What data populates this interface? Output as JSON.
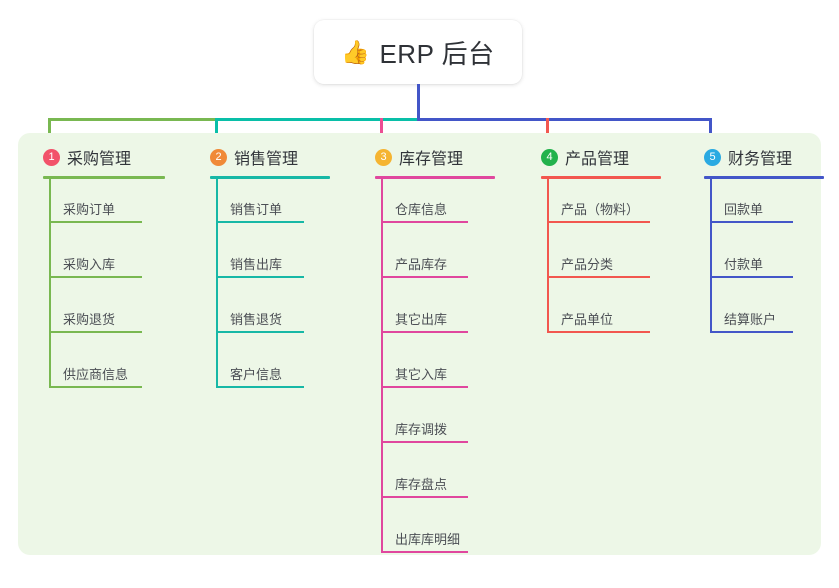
{
  "root": {
    "icon": "thumbs-up-icon",
    "icon_glyph": "👍",
    "title": "ERP 后台"
  },
  "palette": {
    "panel_bg": "#edf7e7",
    "card_bg": "#ffffff",
    "text": "#31343a",
    "item_text": "#4c4f55",
    "trunk": "#4356c8"
  },
  "columns": [
    {
      "index": "1",
      "title": "采购管理",
      "badge_color": "#f2526a",
      "line_color": "#79b851",
      "connector_color": "#79b851",
      "items": [
        "采购订单",
        "采购入库",
        "采购退货",
        "供应商信息"
      ]
    },
    {
      "index": "2",
      "title": "销售管理",
      "badge_color": "#f08a38",
      "line_color": "#17b8a6",
      "connector_color": "#09bfa8",
      "items": [
        "销售订单",
        "销售出库",
        "销售退货",
        "客户信息"
      ]
    },
    {
      "index": "3",
      "title": "库存管理",
      "badge_color": "#f5b431",
      "line_color": "#e0479e",
      "connector_color": "#ec4d93",
      "items": [
        "仓库信息",
        "产品库存",
        "其它出库",
        "其它入库",
        "库存调拨",
        "库存盘点",
        "出库库明细"
      ]
    },
    {
      "index": "4",
      "title": "产品管理",
      "badge_color": "#22b24c",
      "line_color": "#f2574f",
      "connector_color": "#f2574f",
      "items": [
        "产品（物料）",
        "产品分类",
        "产品单位"
      ]
    },
    {
      "index": "5",
      "title": "财务管理",
      "badge_color": "#2aaae2",
      "line_color": "#4356c8",
      "connector_color": "#4356c8",
      "items": [
        "回款单",
        "付款单",
        "结算账户"
      ]
    }
  ]
}
